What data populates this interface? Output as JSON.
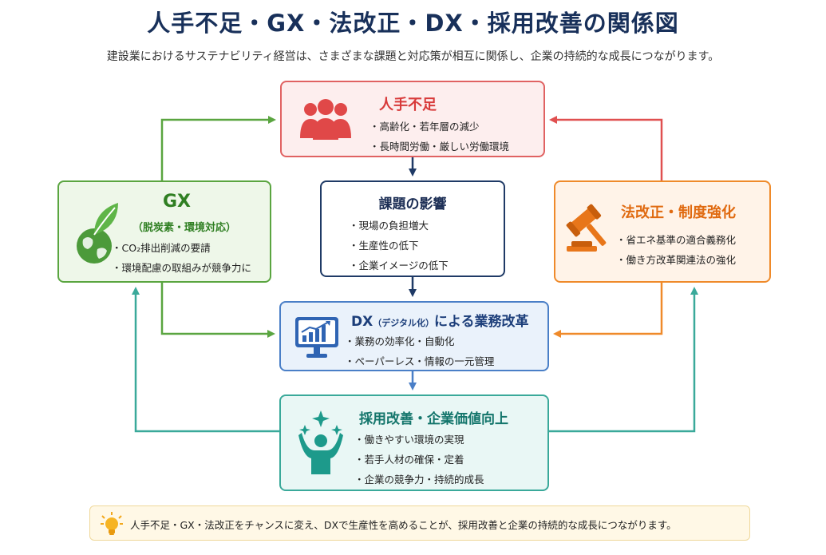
{
  "title": "人手不足・GX・法改正・DX・採用改善の関係図",
  "subtitle": "建設業におけるサステナビリティ経営は、さまざまな課題と対応策が相互に関係し、企業の持続的な成長につながります。",
  "nodes": {
    "shortage": {
      "title": "人手不足",
      "items": [
        "高齢化・若年層の減少",
        "長時間労働・厳しい労働環境"
      ],
      "color": "#d83a3a",
      "icon": "people-group-icon"
    },
    "impact": {
      "title": "課題の影響",
      "items": [
        "現場の負担増大",
        "生産性の低下",
        "企業イメージの低下"
      ],
      "color": "#1c2e55"
    },
    "gx": {
      "title": "GX",
      "subtitle": "（脱炭素・環境対応）",
      "items": [
        "CO₂排出削減の要請",
        "環境配慮の取組みが競争力に"
      ],
      "color": "#2f7f22",
      "icon": "leaf-globe-icon"
    },
    "law": {
      "title": "法改正・制度強化",
      "items": [
        "省エネ基準の適合義務化",
        "働き方改革関連法の強化"
      ],
      "color": "#e06a10",
      "icon": "gavel-icon"
    },
    "dx": {
      "title": "DX",
      "title_note": "（デジタル化）",
      "title_suffix": "による業務改革",
      "items": [
        "業務の効率化・自動化",
        "ペーパーレス・情報の一元管理"
      ],
      "color": "#1c3e7a",
      "icon": "monitor-chart-icon"
    },
    "recruit": {
      "title": "採用改善・企業価値向上",
      "items": [
        "働きやすい環境の実現",
        "若手人材の確保・定着",
        "企業の競争力・持続的成長"
      ],
      "color": "#13756b",
      "icon": "person-celebrate-icon"
    }
  },
  "footer_note": "人手不足・GX・法改正をチャンスに変え、DXで生産性を高めることが、採用改善と企業の持続的な成長につながります。",
  "footer_icon": "lightbulb-icon"
}
